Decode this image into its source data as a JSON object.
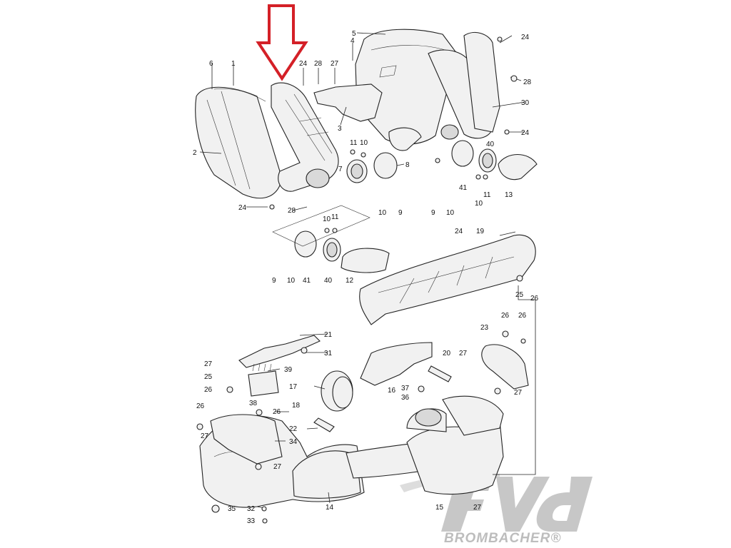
{
  "diagram": {
    "callouts": [
      {
        "id": "c5",
        "text": "5"
      },
      {
        "id": "c24a",
        "text": "24"
      },
      {
        "id": "c6",
        "text": "6"
      },
      {
        "id": "c1",
        "text": "1"
      },
      {
        "id": "c24b",
        "text": "24"
      },
      {
        "id": "c28a",
        "text": "28"
      },
      {
        "id": "c27a",
        "text": "27"
      },
      {
        "id": "c4",
        "text": "4"
      },
      {
        "id": "c28b",
        "text": "28"
      },
      {
        "id": "c30",
        "text": "30"
      },
      {
        "id": "c3",
        "text": "3"
      },
      {
        "id": "c24c",
        "text": "24"
      },
      {
        "id": "c2",
        "text": "2"
      },
      {
        "id": "c11a",
        "text": "11"
      },
      {
        "id": "c10a",
        "text": "10"
      },
      {
        "id": "c7",
        "text": "7"
      },
      {
        "id": "c8",
        "text": "8"
      },
      {
        "id": "c40a",
        "text": "40"
      },
      {
        "id": "c24d",
        "text": "24"
      },
      {
        "id": "c28c",
        "text": "28"
      },
      {
        "id": "c10b",
        "text": "10"
      },
      {
        "id": "c11b",
        "text": "11"
      },
      {
        "id": "c10c",
        "text": "10"
      },
      {
        "id": "c9a",
        "text": "9"
      },
      {
        "id": "c41a",
        "text": "41"
      },
      {
        "id": "c10d",
        "text": "10"
      },
      {
        "id": "c11c",
        "text": "11"
      },
      {
        "id": "c13",
        "text": "13"
      },
      {
        "id": "c9b",
        "text": "9"
      },
      {
        "id": "c10e",
        "text": "10"
      },
      {
        "id": "c24e",
        "text": "24"
      },
      {
        "id": "c19",
        "text": "19"
      },
      {
        "id": "c9c",
        "text": "9"
      },
      {
        "id": "c10f",
        "text": "10"
      },
      {
        "id": "c41b",
        "text": "41"
      },
      {
        "id": "c40b",
        "text": "40"
      },
      {
        "id": "c12",
        "text": "12"
      },
      {
        "id": "c25a",
        "text": "25"
      },
      {
        "id": "c26a",
        "text": "26"
      },
      {
        "id": "c21",
        "text": "21"
      },
      {
        "id": "c26b",
        "text": "26"
      },
      {
        "id": "c26c",
        "text": "26"
      },
      {
        "id": "c23",
        "text": "23"
      },
      {
        "id": "c31",
        "text": "31"
      },
      {
        "id": "c27b",
        "text": "27"
      },
      {
        "id": "c39",
        "text": "39"
      },
      {
        "id": "c20",
        "text": "20"
      },
      {
        "id": "c27c",
        "text": "27"
      },
      {
        "id": "c25b",
        "text": "25"
      },
      {
        "id": "c17",
        "text": "17"
      },
      {
        "id": "c37",
        "text": "37"
      },
      {
        "id": "c26d",
        "text": "26"
      },
      {
        "id": "c16",
        "text": "16"
      },
      {
        "id": "c36",
        "text": "36"
      },
      {
        "id": "c27d",
        "text": "27"
      },
      {
        "id": "c18",
        "text": "18"
      },
      {
        "id": "c38",
        "text": "38"
      },
      {
        "id": "c26e",
        "text": "26"
      },
      {
        "id": "c26f",
        "text": "26"
      },
      {
        "id": "c22",
        "text": "22"
      },
      {
        "id": "c27e",
        "text": "27"
      },
      {
        "id": "c34",
        "text": "34"
      },
      {
        "id": "c27f",
        "text": "27"
      },
      {
        "id": "c35",
        "text": "35"
      },
      {
        "id": "c32",
        "text": "32"
      },
      {
        "id": "c14",
        "text": "14"
      },
      {
        "id": "c15",
        "text": "15"
      },
      {
        "id": "c27g",
        "text": "27"
      },
      {
        "id": "c33",
        "text": "33"
      }
    ],
    "arrow_color": "#d42027"
  },
  "watermark": {
    "logo_text": "fvd",
    "company": "BROMBACHER®"
  }
}
